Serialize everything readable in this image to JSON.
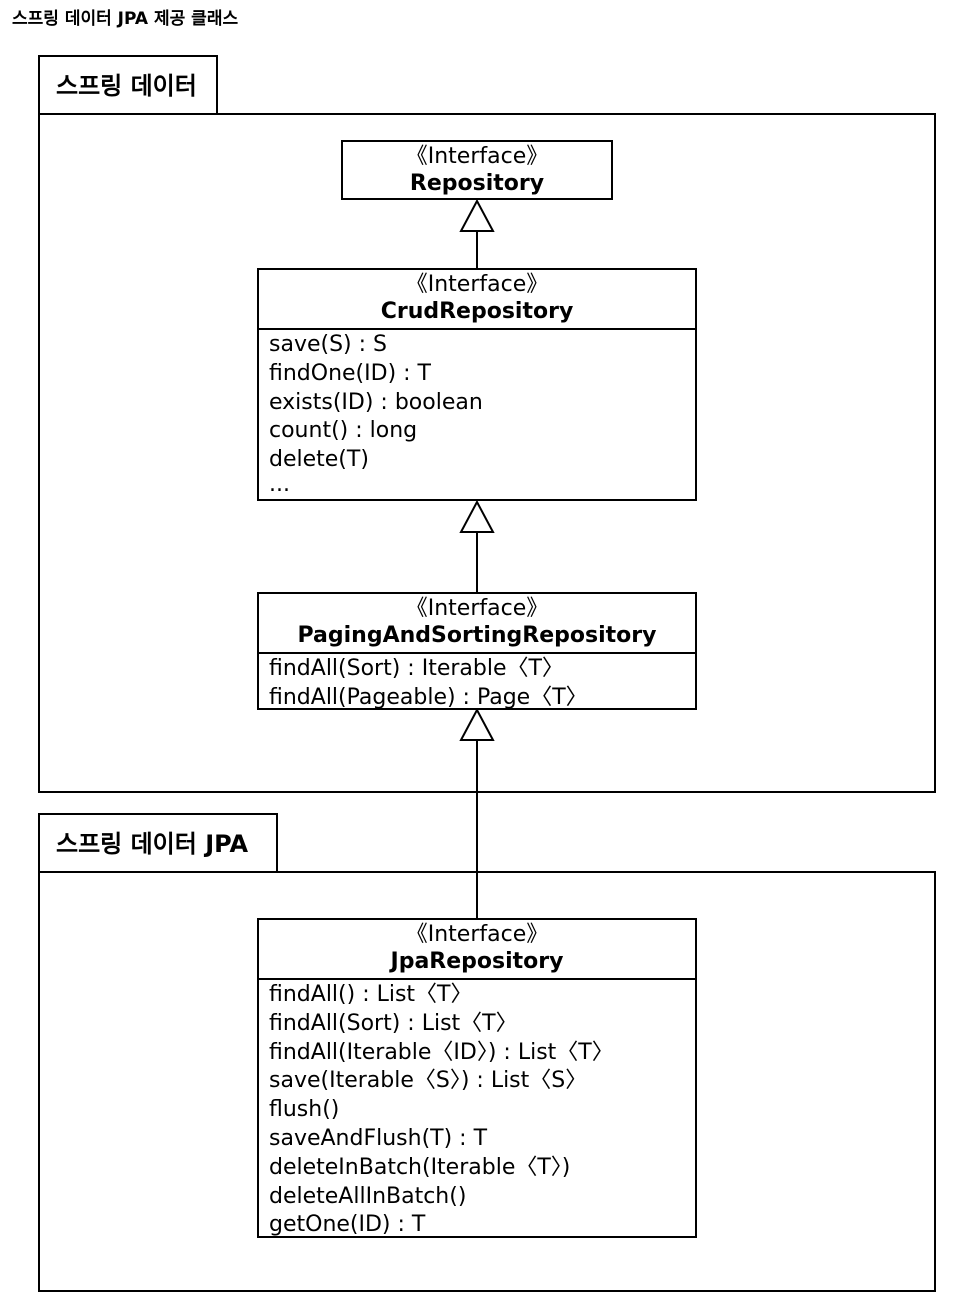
{
  "title": "스프링 데이터 JPA 제공 클래스",
  "packages": [
    {
      "name": "스프링 데이터"
    },
    {
      "name": "스프링 데이터 JPA"
    }
  ],
  "classes": [
    {
      "stereotype": "《Interface》",
      "name": "Repository",
      "operations": []
    },
    {
      "stereotype": "《Interface》",
      "name": "CrudRepository",
      "operations": [
        "save(S) : S",
        "findOne(ID) : T",
        "exists(ID) : boolean",
        "count() : long",
        "delete(T)",
        "..."
      ]
    },
    {
      "stereotype": "《Interface》",
      "name": "PagingAndSortingRepository",
      "operations": [
        "findAll(Sort) : Iterable〈T〉",
        "findAll(Pageable) : Page〈T〉"
      ]
    },
    {
      "stereotype": "《Interface》",
      "name": "JpaRepository",
      "operations": [
        "findAll() : List〈T〉",
        "findAll(Sort) : List〈T〉",
        "findAll(Iterable〈ID〉) : List〈T〉",
        "save(Iterable〈S〉) : List〈S〉",
        "flush()",
        "saveAndFlush(T) : T",
        "deleteInBatch(Iterable〈T〉)",
        "deleteAllInBatch()",
        "getOne(ID) : T"
      ]
    }
  ],
  "relations": [
    {
      "type": "generalization",
      "from": "CrudRepository",
      "to": "Repository"
    },
    {
      "type": "generalization",
      "from": "PagingAndSortingRepository",
      "to": "CrudRepository"
    },
    {
      "type": "generalization",
      "from": "JpaRepository",
      "to": "PagingAndSortingRepository"
    }
  ]
}
